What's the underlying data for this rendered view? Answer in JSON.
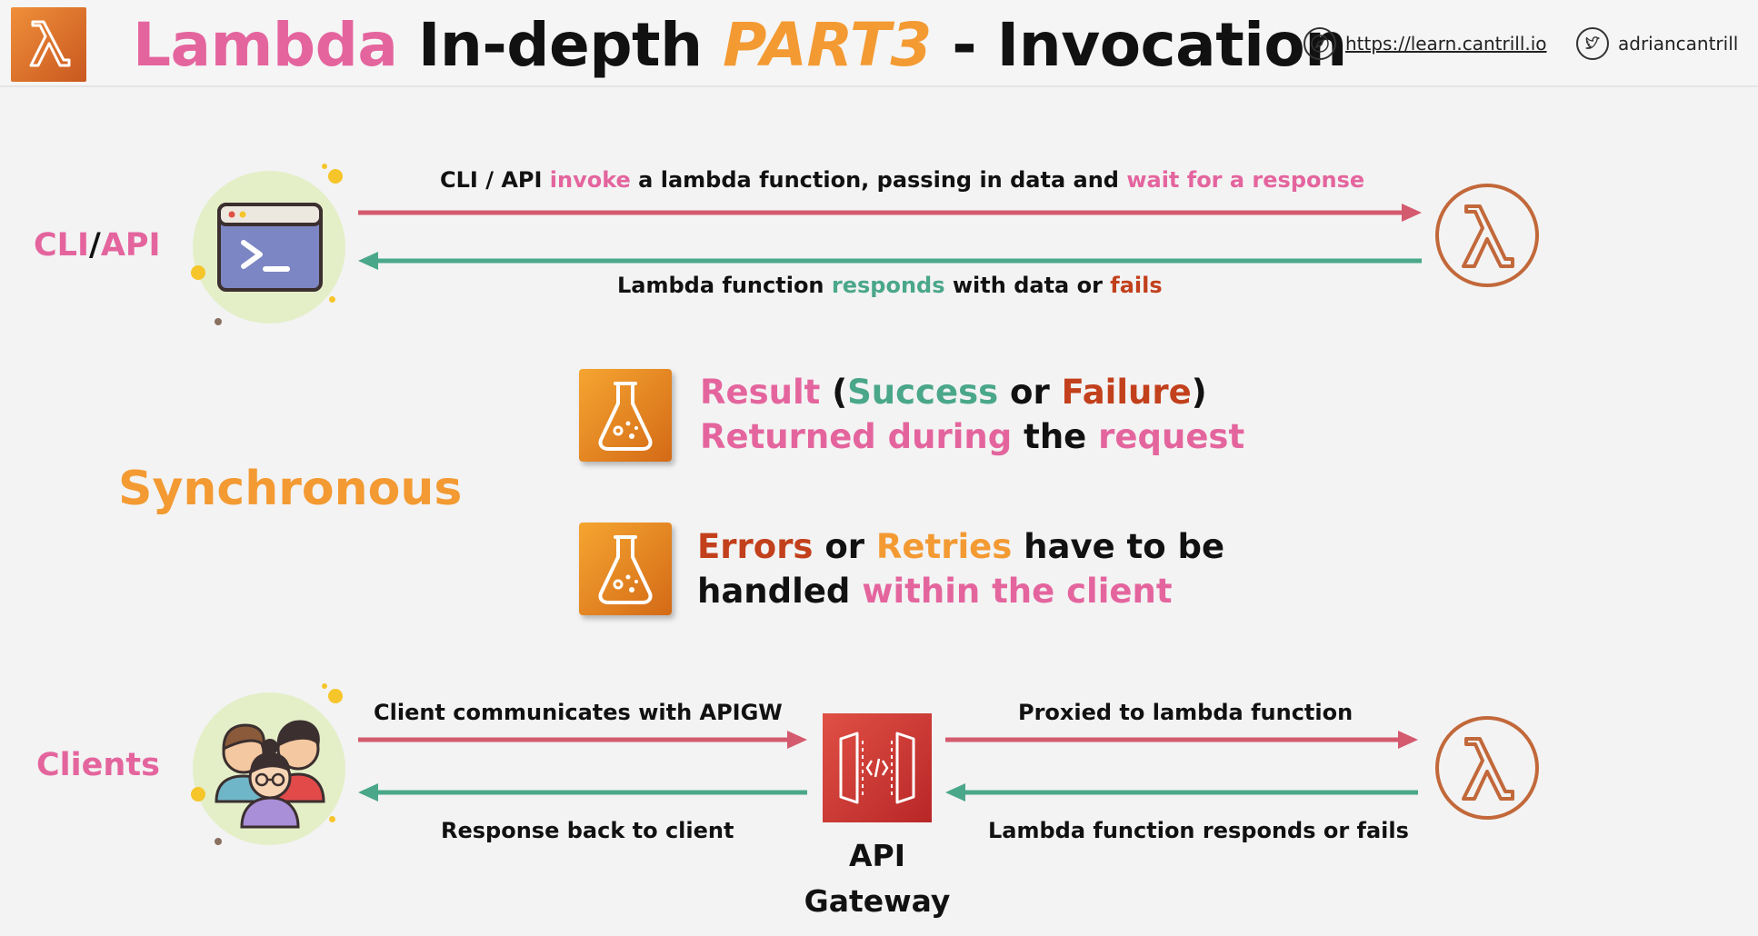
{
  "header": {
    "title_part1": "Lambda",
    "title_part2": "In-depth",
    "title_part3": "PART3",
    "title_part4": "- Invocation",
    "website": "https://learn.cantrill.io",
    "twitter": "adriancantrill"
  },
  "sync_row": {
    "source_label_a": "CLI",
    "source_label_sep": "/",
    "source_label_b": "API",
    "request_t1": "CLI / API",
    "request_t2": "invoke",
    "request_t3": "a lambda function, passing in data and",
    "request_t4": "wait for a response",
    "response_t1": "Lambda function",
    "response_t2": "responds",
    "response_t3": "with data or",
    "response_t4": "fails"
  },
  "section_label": "Synchronous",
  "point1": {
    "t1": "Result",
    "t2": "(",
    "t3": "Success",
    "t4": "or",
    "t5": "Failure",
    "t6": ")",
    "l2_t1": "Returned during",
    "l2_t2": "the",
    "l2_t3": "request"
  },
  "point2": {
    "t1": "Errors",
    "t2": "or",
    "t3": "Retries",
    "t4": "have to be",
    "l2_t1": "handled",
    "l2_t2": "within the client"
  },
  "client_row": {
    "label": "Clients",
    "to_apigw": "Client communicates with APIGW",
    "from_apigw": "Response back to client",
    "to_lambda": "Proxied to lambda function",
    "from_lambda": "Lambda function responds or fails",
    "apigw_line1": "API",
    "apigw_line2": "Gateway"
  },
  "colors": {
    "pink": "#e4659e",
    "orange": "#f39a33",
    "green": "#4aa78a",
    "red": "#c2401c",
    "request_arrow": "#d45a6e",
    "response_arrow": "#4aa78a"
  },
  "icons": [
    "lambda-icon",
    "compass-icon",
    "twitter-icon",
    "terminal-icon",
    "beaker-icon",
    "users-icon",
    "api-gateway-icon"
  ]
}
